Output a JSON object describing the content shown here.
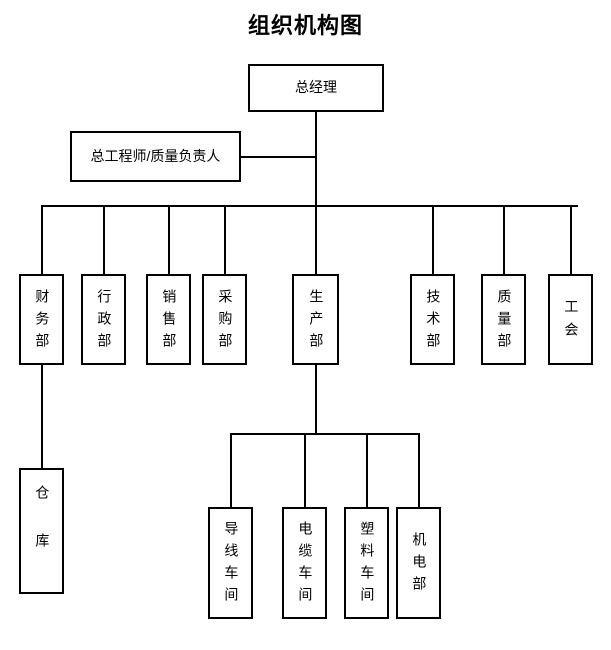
{
  "page": {
    "title": "组织机构图",
    "background_color": "#ffffff",
    "line_color": "#000000",
    "text_color": "#000000"
  },
  "chart_data": {
    "type": "diagram",
    "diagram_type": "organization-chart",
    "title": "组织机构图",
    "orientation": "top-down",
    "nodes": [
      {
        "id": "gm",
        "label": "总经理",
        "level": 0,
        "text_layout": "horizontal"
      },
      {
        "id": "chief-eng",
        "label": "总工程师/质量负责人",
        "level": 1,
        "text_layout": "horizontal"
      },
      {
        "id": "finance",
        "label": "财务部",
        "level": 2,
        "text_layout": "vertical"
      },
      {
        "id": "admin",
        "label": "行政部",
        "level": 2,
        "text_layout": "vertical"
      },
      {
        "id": "sales",
        "label": "销售部",
        "level": 2,
        "text_layout": "vertical"
      },
      {
        "id": "purchase",
        "label": "采购部",
        "level": 2,
        "text_layout": "vertical"
      },
      {
        "id": "production",
        "label": "生产部",
        "level": 2,
        "text_layout": "vertical"
      },
      {
        "id": "technology",
        "label": "技术部",
        "level": 2,
        "text_layout": "vertical"
      },
      {
        "id": "quality",
        "label": "质量部",
        "level": 2,
        "text_layout": "vertical"
      },
      {
        "id": "union",
        "label": "工会",
        "level": 2,
        "text_layout": "vertical"
      },
      {
        "id": "warehouse",
        "label": "仓库",
        "level": 3,
        "text_layout": "vertical"
      },
      {
        "id": "wire-shop",
        "label": "导线车间",
        "level": 3,
        "text_layout": "vertical"
      },
      {
        "id": "cable-shop",
        "label": "电缆车间",
        "level": 3,
        "text_layout": "vertical"
      },
      {
        "id": "plastic-shop",
        "label": "塑料车间",
        "level": 3,
        "text_layout": "vertical"
      },
      {
        "id": "electromech",
        "label": "机电部",
        "level": 3,
        "text_layout": "vertical"
      }
    ],
    "edges": [
      {
        "from": "gm",
        "to": "chief-eng"
      },
      {
        "from": "gm",
        "to": "finance"
      },
      {
        "from": "gm",
        "to": "admin"
      },
      {
        "from": "gm",
        "to": "sales"
      },
      {
        "from": "gm",
        "to": "purchase"
      },
      {
        "from": "gm",
        "to": "production"
      },
      {
        "from": "gm",
        "to": "technology"
      },
      {
        "from": "gm",
        "to": "quality"
      },
      {
        "from": "gm",
        "to": "union"
      },
      {
        "from": "finance",
        "to": "warehouse"
      },
      {
        "from": "production",
        "to": "wire-shop"
      },
      {
        "from": "production",
        "to": "cable-shop"
      },
      {
        "from": "production",
        "to": "plastic-shop"
      },
      {
        "from": "production",
        "to": "electromech"
      }
    ]
  },
  "nodes": {
    "gm": "总经理",
    "chief_engineer": "总工程师/质量负责人",
    "finance": "财务部",
    "admin": "行政部",
    "sales": "销售部",
    "purchase": "采购部",
    "production": "生产部",
    "technology": "技术部",
    "quality": "质量部",
    "union": "工会",
    "warehouse": "仓库",
    "wire_workshop": "导线车间",
    "cable_workshop": "电缆车间",
    "plastic_workshop": "塑料车间",
    "electromechanical": "机电部"
  }
}
